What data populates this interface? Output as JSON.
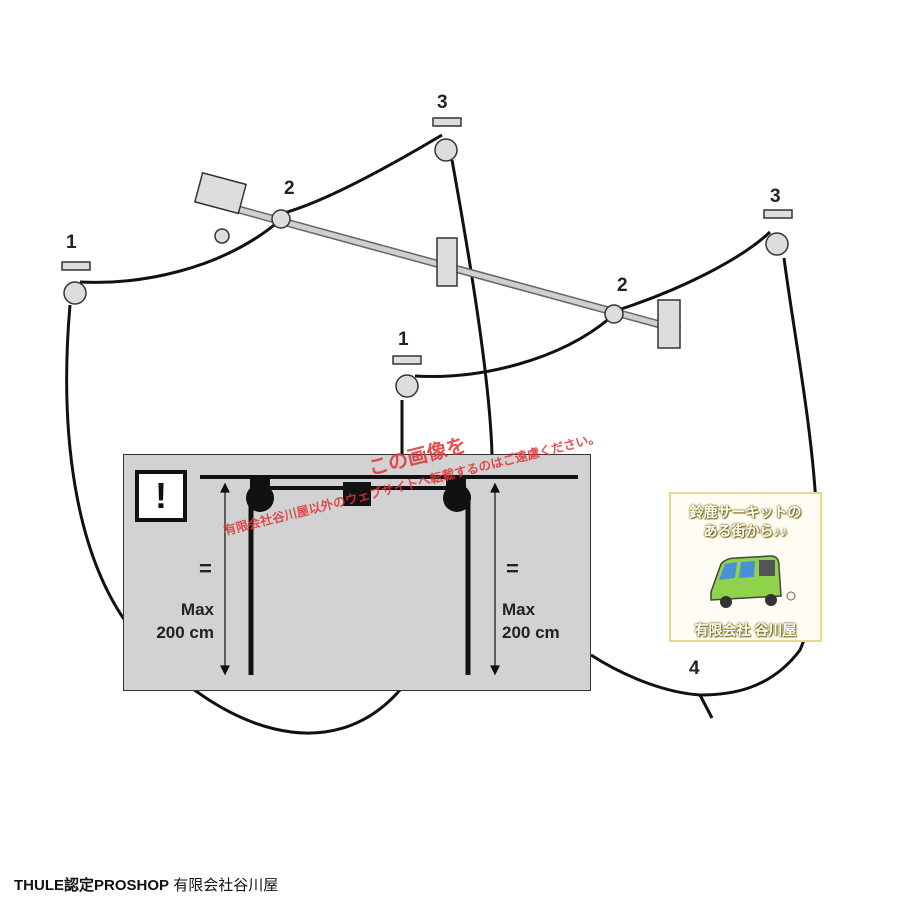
{
  "diagram": {
    "labels": {
      "pulley_1_left": "1",
      "pulley_1_center": "1",
      "pulley_2_left": "2",
      "pulley_2_right": "2",
      "pulley_3_left": "3",
      "pulley_3_right": "3",
      "knot_4": "4"
    },
    "warning_panel": {
      "icon": "exclamation-icon",
      "icon_text": "!",
      "left_equal": "=",
      "right_equal": "=",
      "left_max_line1": "Max",
      "left_max_line2": "200 cm",
      "right_max_line1": "Max",
      "right_max_line2": "200 cm"
    },
    "watermark": {
      "line1": "この画像を",
      "line2": "有限会社谷川屋以外のウェブサイトへ転載するのはご遠慮ください。"
    },
    "badge": {
      "line1": "鈴鹿サーキットの",
      "line2": "ある街から♪♪",
      "company": "有限会社 谷川屋"
    },
    "footer": {
      "brand": "THULE認定PROSHOP",
      "company": "有限会社谷川屋"
    }
  }
}
